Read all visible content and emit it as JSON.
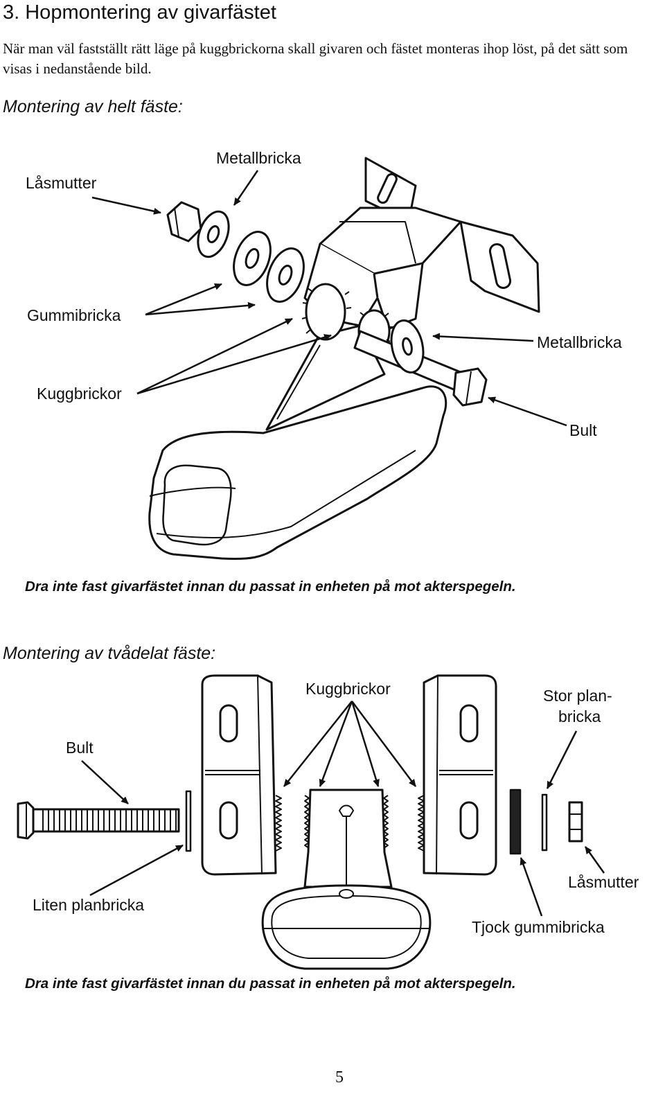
{
  "section": {
    "heading": "3. Hopmontering av givarfästet",
    "intro": "När man väl fastställt rätt läge på kuggbrickorna skall givaren och fästet monteras ihop löst, på det sätt som visas i nedanstående bild."
  },
  "figure1": {
    "subheading": "Montering av helt fäste:",
    "labels": {
      "lock_nut": "Låsmutter",
      "metal_washer_top": "Metallbricka",
      "rubber_washer": "Gummibricka",
      "metal_washer_right": "Metallbricka",
      "gear_washers": "Kuggbrickor",
      "bolt": "Bult"
    },
    "caption": "Dra inte fast givarfästet innan du passat in enheten på mot akterspegeln."
  },
  "figure2": {
    "subheading": "Montering av tvådelat fäste:",
    "labels": {
      "bolt": "Bult",
      "gear_washers": "Kuggbrickor",
      "large_flat_washer_line1": "Stor plan-",
      "large_flat_washer_line2": "bricka",
      "small_flat_washer": "Liten planbricka",
      "lock_nut": "Låsmutter",
      "thick_rubber_washer": "Tjock gummibricka"
    },
    "caption": "Dra inte fast givarfästet innan du passat in enheten på mot akterspegeln."
  },
  "page_number": "5"
}
